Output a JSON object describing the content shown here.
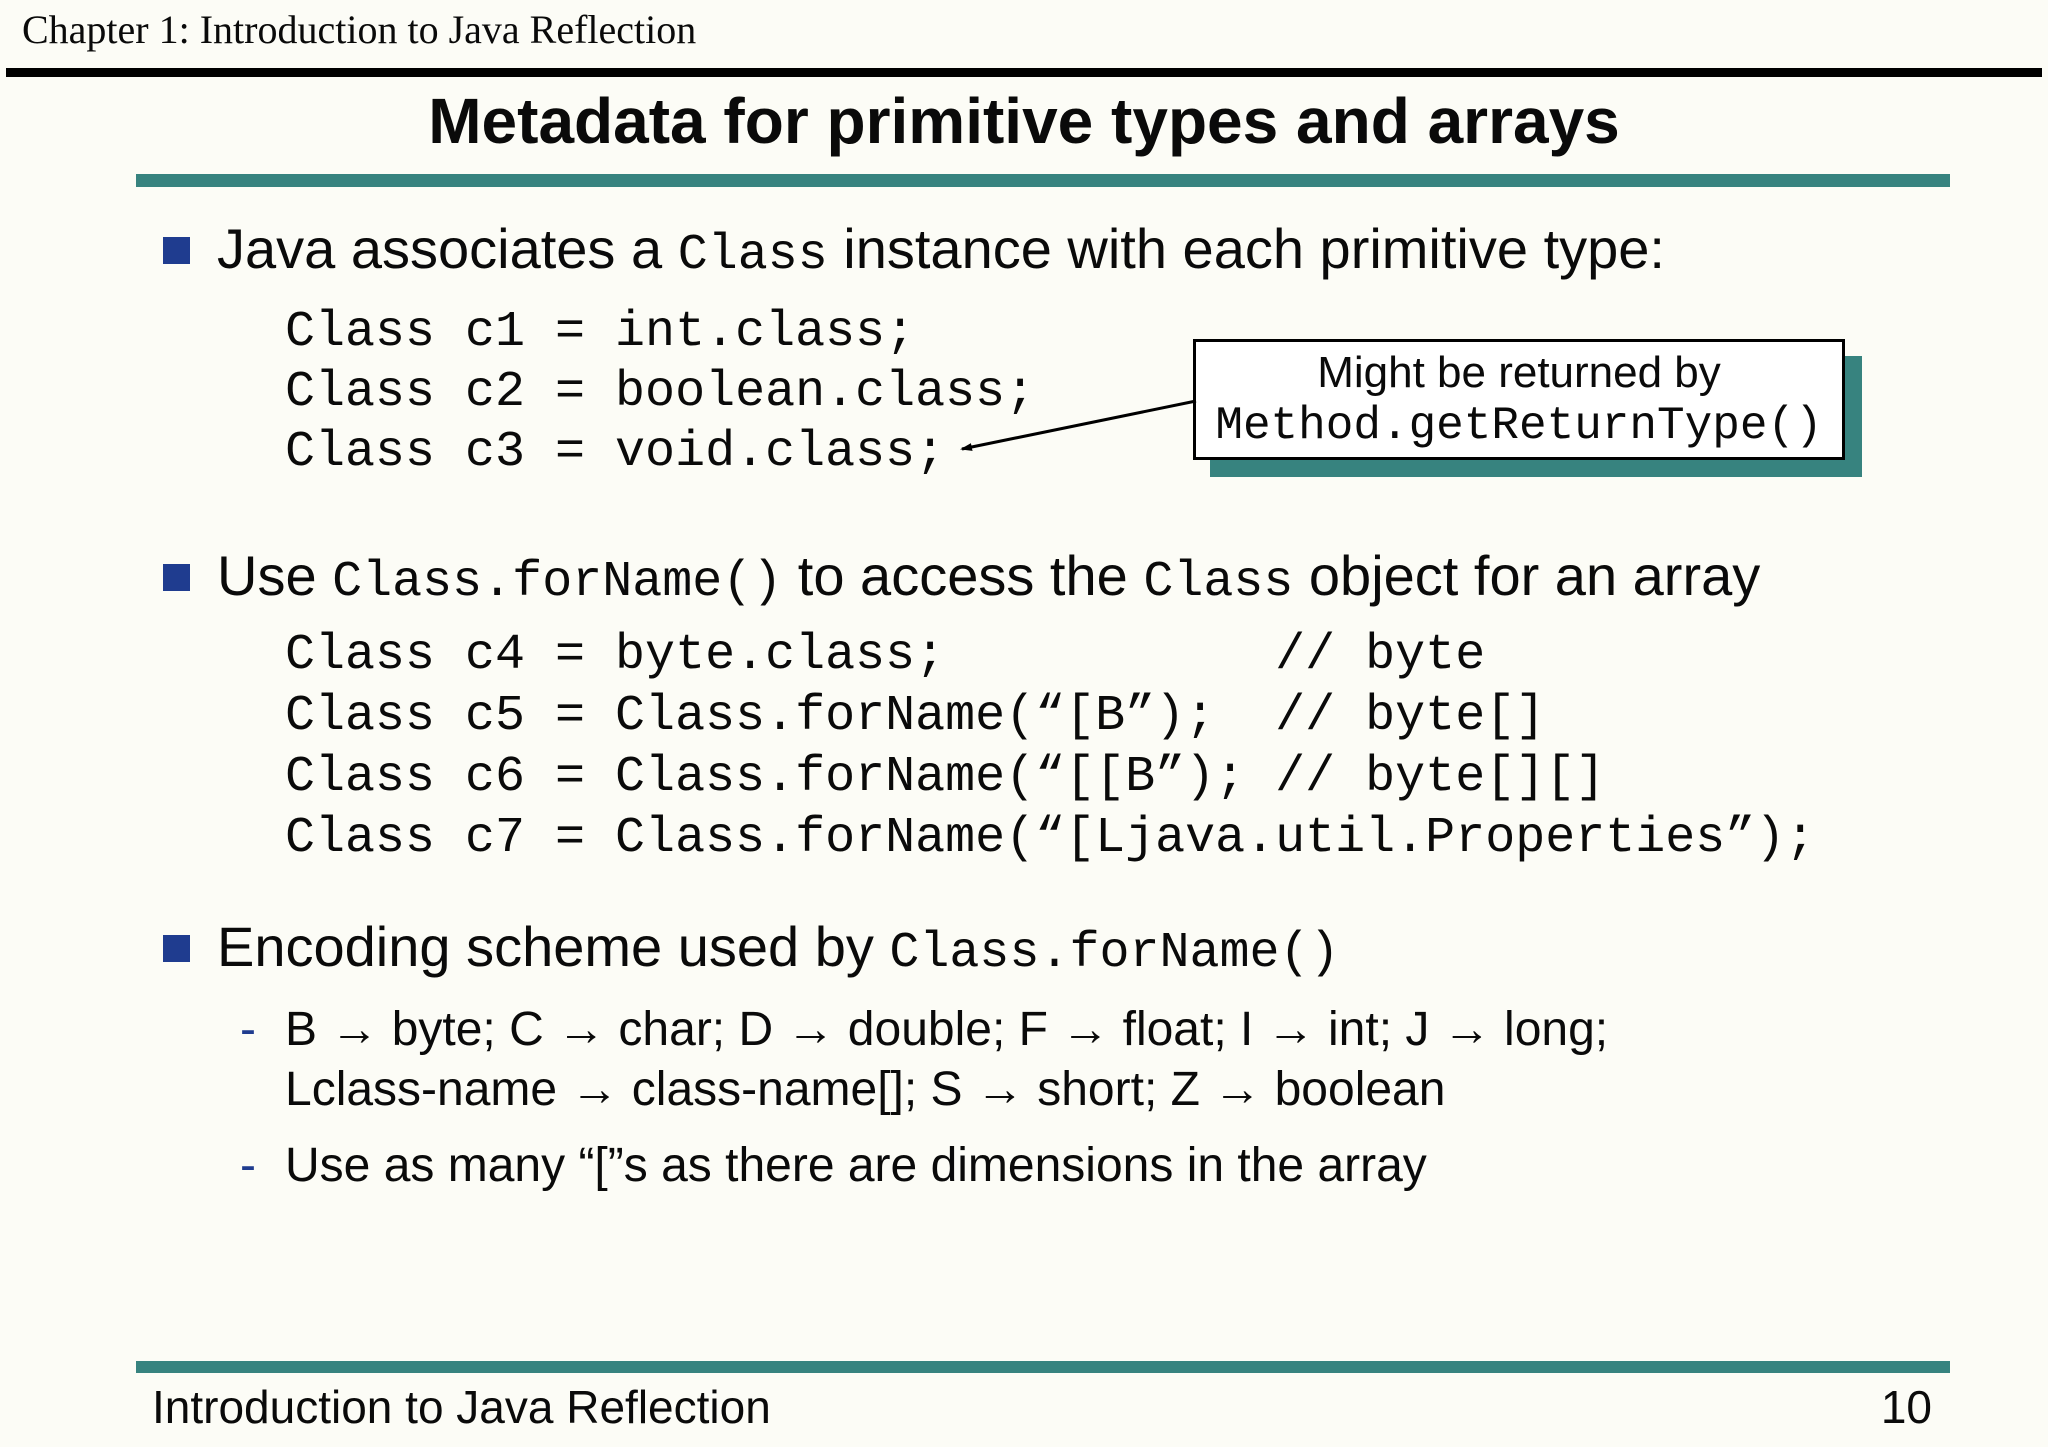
{
  "colors": {
    "accent_teal": "#37837F",
    "bullet_blue": "#1F3C8F"
  },
  "header": {
    "chapter": "Chapter 1: Introduction to Java Reflection"
  },
  "title": "Metadata for primitive types and arrays",
  "bullets": [
    {
      "parts": [
        "Java associates a ",
        "Class",
        " instance with each primitive type:"
      ]
    },
    {
      "parts": [
        "Use ",
        "Class.forName()",
        " to access the ",
        "Class",
        " object for an array"
      ]
    },
    {
      "parts": [
        "Encoding scheme used by ",
        "Class.forName()"
      ]
    }
  ],
  "code_primitive": [
    "Class c1 = int.class;",
    "Class c2 = boolean.class;",
    "Class c3 = void.class;"
  ],
  "code_array": [
    "Class c4 = byte.class;           // byte",
    "Class c5 = Class.forName(“[B”);  // byte[]",
    "Class c6 = Class.forName(“[[B”); // byte[][]",
    "Class c7 = Class.forName(“[Ljava.util.Properties”);"
  ],
  "callout": {
    "line1": "Might be returned by",
    "line2": "Method.getReturnType()"
  },
  "sub_bullets": {
    "marker": "-",
    "encoding_lines": [
      "B → byte; C → char; D → double; F → float; I → int; J → long;",
      "Lclass-name → class-name[]; S → short; Z → boolean"
    ],
    "dimensions": "Use as many “[”s as there are dimensions in the array"
  },
  "footer": {
    "left": "Introduction to Java Reflection",
    "page": "10"
  }
}
